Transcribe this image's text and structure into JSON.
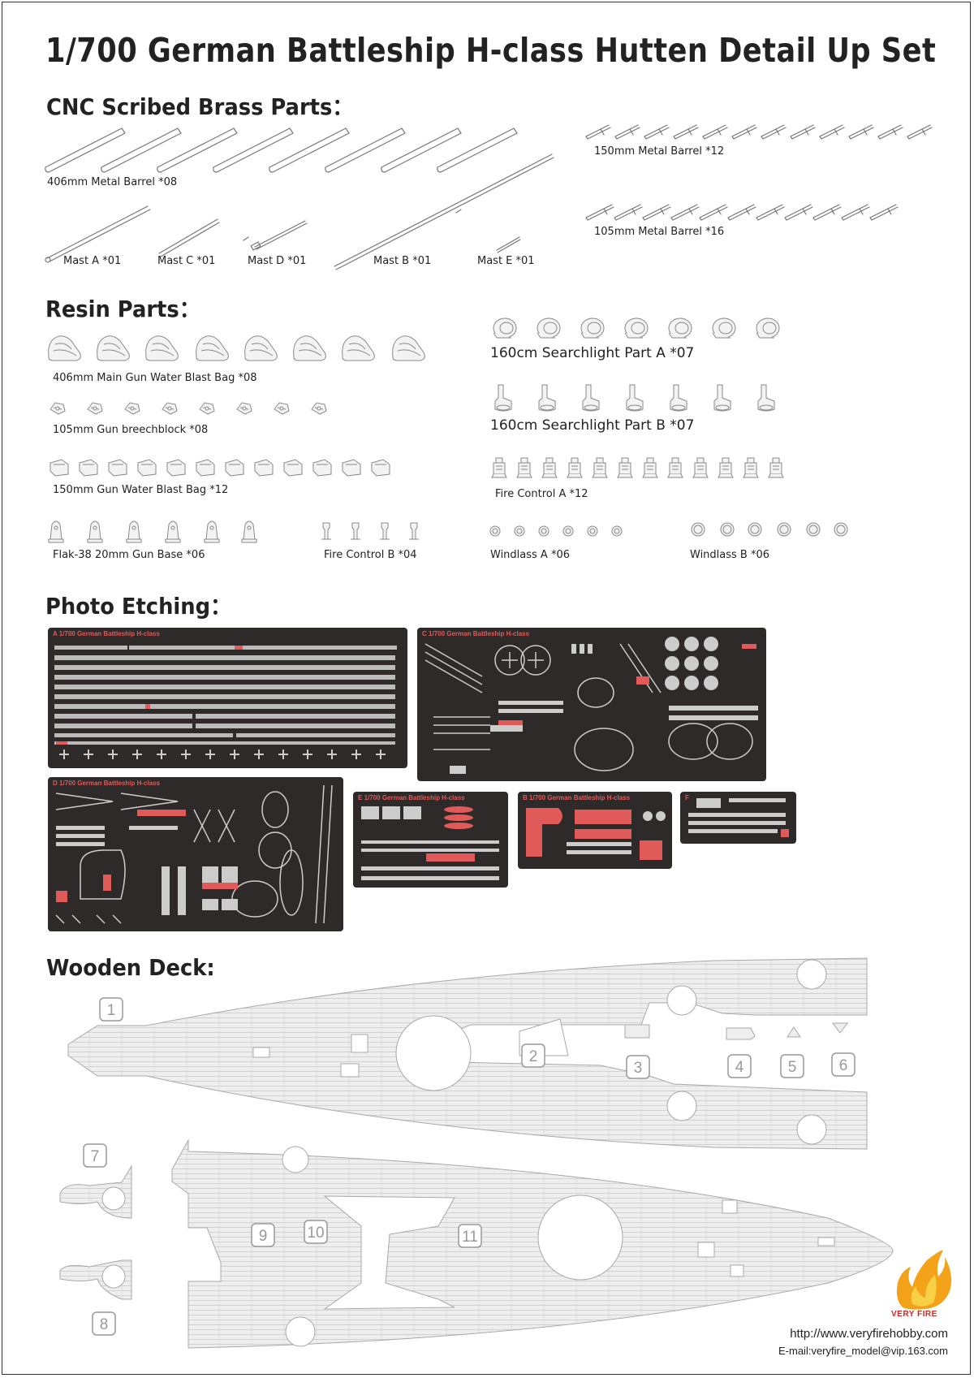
{
  "title": "1/700 German Battleship H-class Hutten Detail Up Set",
  "sections": {
    "brass": "CNC Scribed Brass Parts：",
    "resin": "Resin Parts：",
    "etching": "Photo Etching：",
    "deck": "Wooden Deck:"
  },
  "brass_parts": {
    "barrel406": "406mm Metal Barrel *08",
    "barrel150": "150mm Metal Barrel *12",
    "barrel105": "105mm Metal Barrel *16",
    "mast_a": "Mast A *01",
    "mast_c": "Mast C *01",
    "mast_d": "Mast D *01",
    "mast_b": "Mast B *01",
    "mast_e": "Mast E *01"
  },
  "resin_parts": {
    "main_bag": "406mm Main Gun Water Blast Bag *08",
    "breech": "105mm Gun breechblock *08",
    "bag150": "150mm Gun Water Blast Bag *12",
    "flak": "Flak-38 20mm Gun Base *06",
    "fc_b": "Fire Control B *04",
    "sl_a": "160cm Searchlight Part A *07",
    "sl_b": "160cm Searchlight Part B *07",
    "fc_a": "Fire Control A *12",
    "windlass_a": "Windlass A *06",
    "windlass_b": "Windlass B *06"
  },
  "etch_sheets": [
    {
      "letter": "A",
      "caption": "1/700 German Battleship H-class"
    },
    {
      "letter": "C",
      "caption": "1/700 German Battleship H-class"
    },
    {
      "letter": "D",
      "caption": "1/700 German Battleship H-class"
    },
    {
      "letter": "E",
      "caption": "1/700 German Battleship H-class"
    },
    {
      "letter": "B",
      "caption": "1/700 German Battleship H-class"
    },
    {
      "letter": "F",
      "caption": ""
    }
  ],
  "deck_numbers": [
    "1",
    "2",
    "3",
    "4",
    "5",
    "6",
    "7",
    "8",
    "9",
    "10",
    "11"
  ],
  "footer": {
    "brand": "VERY FIRE",
    "url": "http://www.veryfirehobby.com",
    "email": "E-mail:veryfire_model@vip.163.com"
  },
  "colors": {
    "sheet": "#2f2a2a",
    "etch_accent": "#e05a5a",
    "brand_red": "#d8261e",
    "flame_orange": "#f3a21a"
  }
}
